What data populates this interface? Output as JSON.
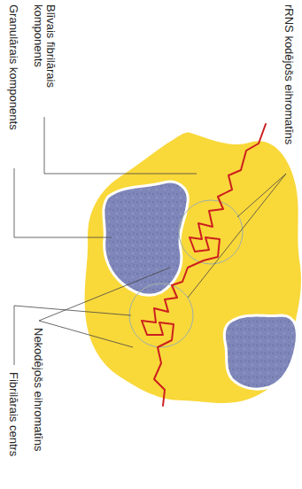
{
  "diagram": {
    "labels": [
      "Granulārais komponents",
      "Blīvais fibrilārais komponents",
      "rRNS kodējošs eihromatīns",
      "Fibrilārais centrs",
      "Nekodējošs eihromatīns"
    ]
  }
}
